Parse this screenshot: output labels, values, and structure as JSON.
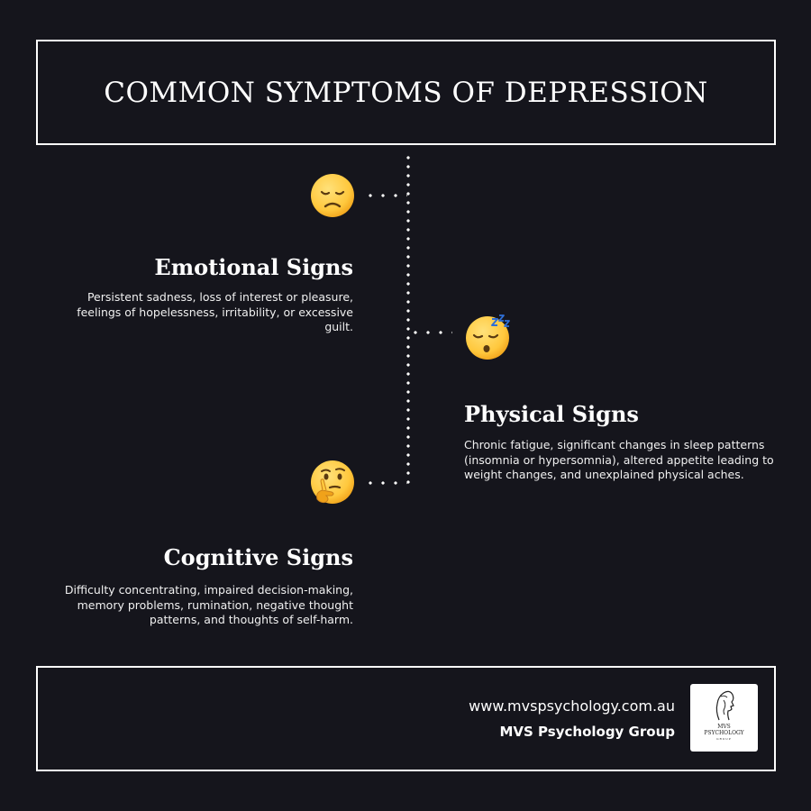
{
  "title": "COMMON SYMPTOMS OF DEPRESSION",
  "sections": [
    {
      "heading": "Emotional Signs",
      "description": "Persistent sadness, loss of interest or pleasure, feelings of hopelessness, irritability, or excessive guilt.",
      "icon": "disappointed-face-emoji"
    },
    {
      "heading": "Physical Signs",
      "description": "Chronic fatigue, significant changes in sleep patterns (insomnia or hypersomnia), altered appetite leading to weight changes, and unexplained physical aches.",
      "icon": "sleeping-face-emoji"
    },
    {
      "heading": "Cognitive Signs",
      "description": "Difficulty concentrating, impaired decision-making, memory problems, rumination, negative thought patterns, and thoughts of self-harm.",
      "icon": "thinking-face-emoji"
    }
  ],
  "footer": {
    "url": "www.mvspsychology.com.au",
    "company": "MVS Psychology Group",
    "logo": {
      "line1": "MVS",
      "line2": "PSYCHOLOGY",
      "line3": "GROUP"
    }
  },
  "colors": {
    "background": "#15151c",
    "text": "#ffffff",
    "emoji_yellow": "#ffc83d",
    "zzz_blue": "#2f6fd6"
  }
}
